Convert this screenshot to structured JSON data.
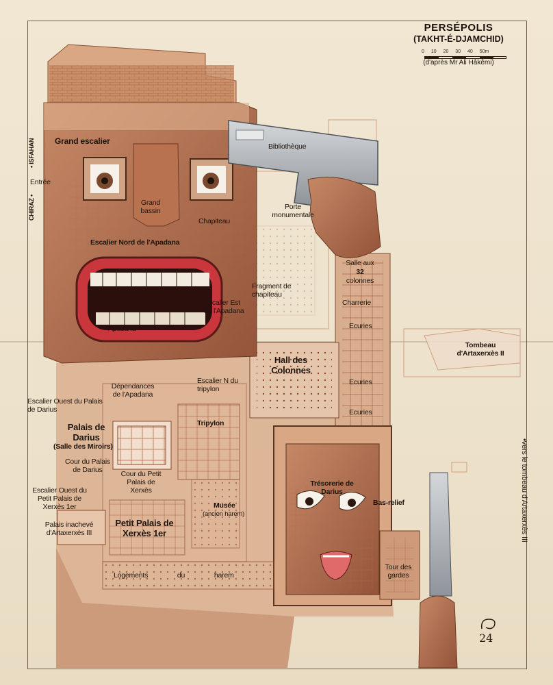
{
  "title": {
    "main": "PERSÉPOLIS",
    "sub": "(TAKHT-É-DJAMCHID)",
    "credit": "(d'après Mr Ali Hâkêmi)"
  },
  "scale": {
    "ticks": "0 10 20 30 40 50m"
  },
  "side_labels": {
    "isfahan": "• ISFAHAN",
    "chiraz": "CHIRAZ •",
    "tomb_note": "•vers le tombeau d'Artaxerxès III"
  },
  "labels": {
    "grand_escalier": "Grand escalier",
    "entree": "Entrée",
    "bibliotheque": "Bibliothèque",
    "grand_bassin": "Grand bassin",
    "chapiteau": "Chapiteau",
    "porte_monumentale": "Porte monumentale",
    "escalier_nord": "Escalier Nord de l'Apadana",
    "salle_32": "Salle aux",
    "salle_32_num": "32",
    "salle_32_b": "colonnes",
    "fragment": "Fragment de chapiteau",
    "charrerie": "Charrerie",
    "escalier_est": "Escalier Est de l'Apadana",
    "apadana": "Apadana",
    "ecuries_1": "Ecuries",
    "ecuries_2": "Ecuries",
    "ecuries_3": "Ecuries",
    "tombeau_2": "Tombeau d'Artaxerxès II",
    "hall": "Hall des Colonnes",
    "dependances": "Dépendances de l'Apadana",
    "escalier_n_tripylon": "Escalier N du tripylon",
    "escalier_ouest_darius": "Escalier Ouest du Palais de Darius",
    "tripylon": "Tripylon",
    "palais_darius": "Palais de Darius",
    "salle_miroirs": "(Salle des Miroirs)",
    "cour_darius": "Cour du Palais de Darius",
    "cour_xerxes": "Cour du Petit Palais de Xerxès",
    "escalier_ouest_xerxes": "Escalier Ouest du Petit Palais de Xerxès 1er",
    "tresorerie": "Trésorerie de Darius",
    "bas_relief": "Bas-relief",
    "musee": "Musée",
    "ancien_harem": "(ancien harem)",
    "palais_inacheve": "Palais inachevé d'Artaxerxès III",
    "petit_palais": "Petit Palais de Xerxès 1er",
    "logements": "Logements du harem",
    "tour": "Tour des gardes"
  },
  "signature": "24",
  "colors": {
    "paper": "#efe4cf",
    "ink": "#1e140c",
    "terracotta": "#b86a44",
    "skin": "#a85d3c",
    "mouth": "#c9373d",
    "gun": "#b4b8bd"
  }
}
